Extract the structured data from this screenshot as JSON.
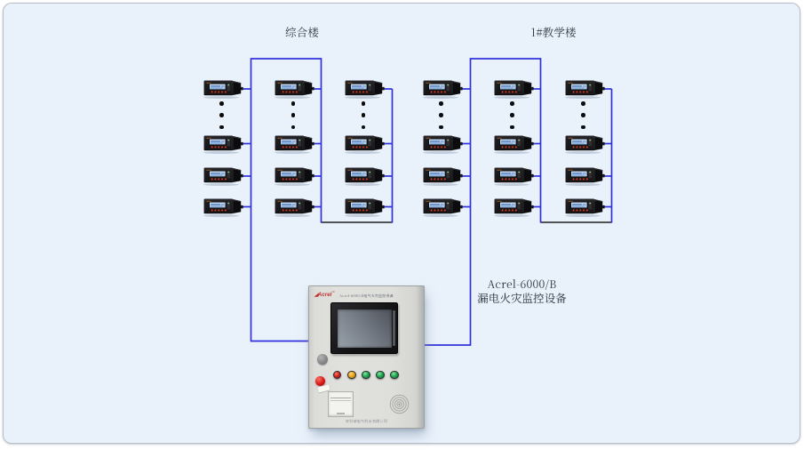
{
  "diagram": {
    "type": "system-wiring-diagram"
  },
  "colors": {
    "panel_background": "#e9f1fb",
    "bus_wire": "#3232dd",
    "bottom_rail": "#3d3d3d",
    "text": "#333a45",
    "cabinet_body": "#dedfdb",
    "brand_red": "#c03028"
  },
  "groups": [
    {
      "title": "综合楼",
      "columns": 3,
      "devices_per_column": 4,
      "ellipsis_dots_per_column": 3
    },
    {
      "title": "1#教学楼",
      "columns": 3,
      "devices_per_column": 4,
      "ellipsis_dots_per_column": 3
    }
  ],
  "device": {
    "kind": "leakage-current-detector-meter",
    "screen_color": "#b9d2ec",
    "button_color": "#c93418",
    "led_color": "#93cf8e"
  },
  "annotation": {
    "line1": "Acrel-6000/B",
    "line2": "漏电火灾监控设备"
  },
  "cabinet": {
    "brand": "Acrel",
    "brand_mark": "◢",
    "brand_tm": "™",
    "title": "Acrel-6000/B电气火灾监控设备",
    "footer": "安科瑞电气股份有限公司",
    "buttons": [
      {
        "name": "red-button",
        "color": "#d01d1d",
        "hi": "#ff7a5a",
        "lo": "#7e0f0f"
      },
      {
        "name": "amber-button",
        "color": "#e89f1c",
        "hi": "#ffd97a",
        "lo": "#9a6410"
      },
      {
        "name": "green-button-1",
        "color": "#1ca24b",
        "hi": "#7fe8a6",
        "lo": "#0d6b2e"
      },
      {
        "name": "green-button-2",
        "color": "#1ca24b",
        "hi": "#7fe8a6",
        "lo": "#0d6b2e"
      },
      {
        "name": "green-button-3",
        "color": "#1ca24b",
        "hi": "#7fe8a6",
        "lo": "#0d6b2e"
      }
    ]
  }
}
